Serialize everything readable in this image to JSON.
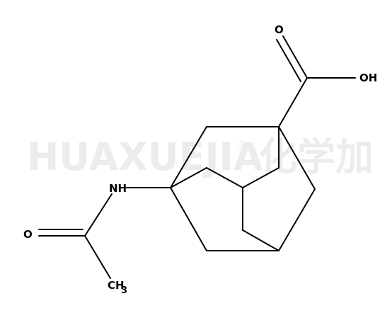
{
  "watermark": {
    "brand": "HUAXUEJIA",
    "registered": "®",
    "cjk": "化学加"
  },
  "molecule": {
    "atoms": {
      "carbonyl_o_acid": "O",
      "hydroxyl": "OH",
      "nitrogen": "NH",
      "carbonyl_o_amide": "O",
      "methyl": "CH",
      "methyl_subscript": "3"
    }
  }
}
